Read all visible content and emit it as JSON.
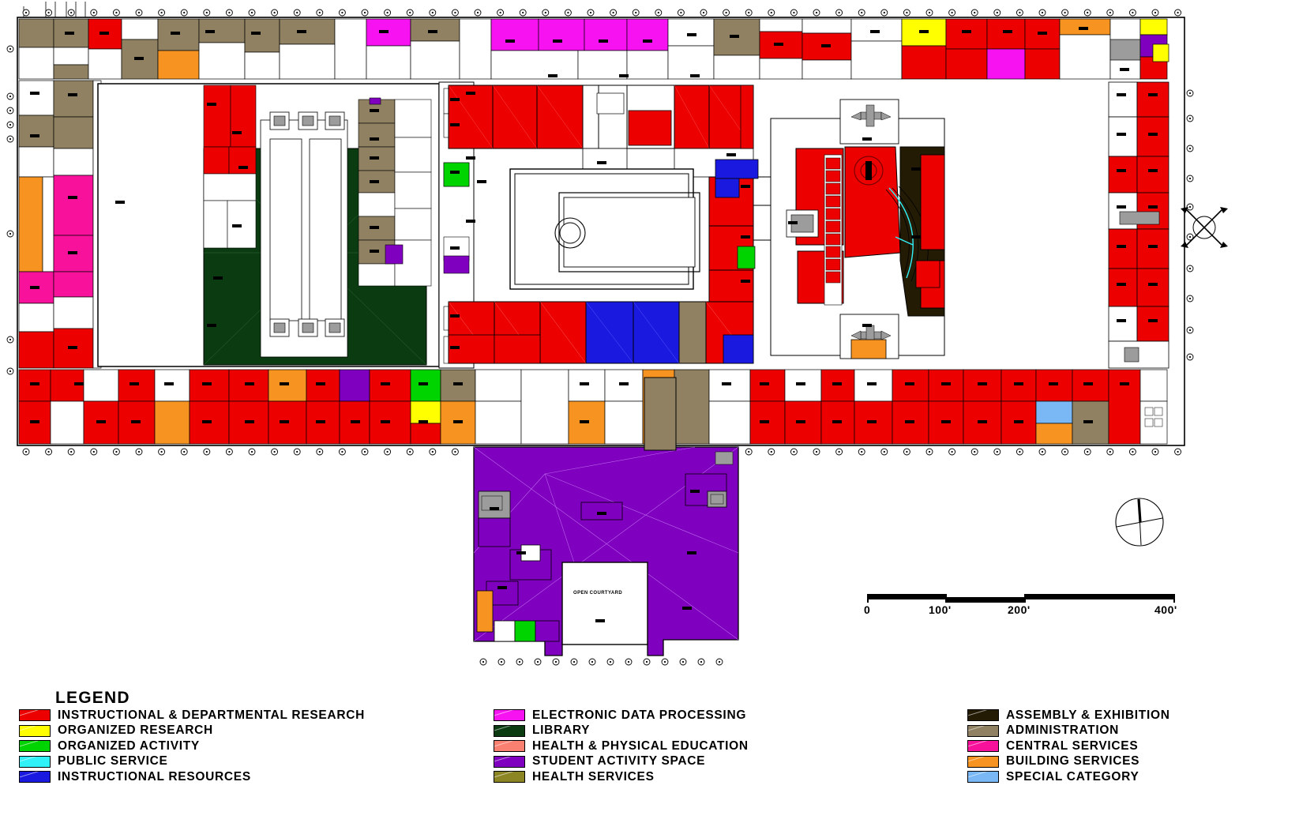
{
  "document": {
    "type": "architectural-space-use-floor-plan",
    "courtyard_label": "OPEN COURTYARD"
  },
  "legend": {
    "title": "LEGEND",
    "columns": [
      {
        "name": "legend-column-left",
        "items": [
          {
            "label": "INSTRUCTIONAL  &  DEPARTMENTAL  RESEARCH",
            "color": "#ec0000"
          },
          {
            "label": "ORGANIZED  RESEARCH",
            "color": "#ffff00"
          },
          {
            "label": "ORGANIZED  ACTIVITY",
            "color": "#00d400"
          },
          {
            "label": "PUBLIC  SERVICE",
            "color": "#30f0f8"
          },
          {
            "label": "INSTRUCTIONAL  RESOURCES",
            "color": "#1a19e0"
          }
        ]
      },
      {
        "name": "legend-column-middle",
        "items": [
          {
            "label": "ELECTRONIC  DATA  PROCESSING",
            "color": "#f713f1"
          },
          {
            "label": "LIBRARY",
            "color": "#0b3b11"
          },
          {
            "label": "HEALTH  &  PHYSICAL  EDUCATION",
            "color": "#fa8072"
          },
          {
            "label": "STUDENT  ACTIVITY  SPACE",
            "color": "#8000bf"
          },
          {
            "label": "HEALTH  SERVICES",
            "color": "#8c8524"
          }
        ]
      },
      {
        "name": "legend-column-right",
        "items": [
          {
            "label": "ASSEMBLY  &  EXHIBITION",
            "color": "#241b05"
          },
          {
            "label": "ADMINISTRATION",
            "color": "#8f8161"
          },
          {
            "label": "CENTRAL  SERVICES",
            "color": "#f7119b"
          },
          {
            "label": "BUILDING  SERVICES",
            "color": "#f79421"
          },
          {
            "label": "SPECIAL  CATEGORY",
            "color": "#7ab8f5"
          }
        ]
      }
    ]
  },
  "scale_bar": {
    "name": "graphic-scale",
    "ticks": [
      "0",
      "100'",
      "200'",
      "400'"
    ],
    "unit": "feet"
  },
  "compass": {
    "name": "north-arrow",
    "label": ""
  },
  "palette": {
    "instructional": "#ec0000",
    "organized_research": "#ffff00",
    "organized_activity": "#00d400",
    "public_service": "#30f0f8",
    "instructional_resources": "#1a19e0",
    "edp": "#f713f1",
    "library": "#0b3b11",
    "health_pe": "#fa8072",
    "student_activity": "#8000bf",
    "health_services": "#8c8524",
    "assembly": "#241b05",
    "administration": "#8f8161",
    "central_services": "#f7119b",
    "building_services": "#f79421",
    "special_category": "#7ab8f5",
    "wall": "#000000",
    "fill_none": "#ffffff",
    "equipment_gray": "#9c9c9c"
  }
}
